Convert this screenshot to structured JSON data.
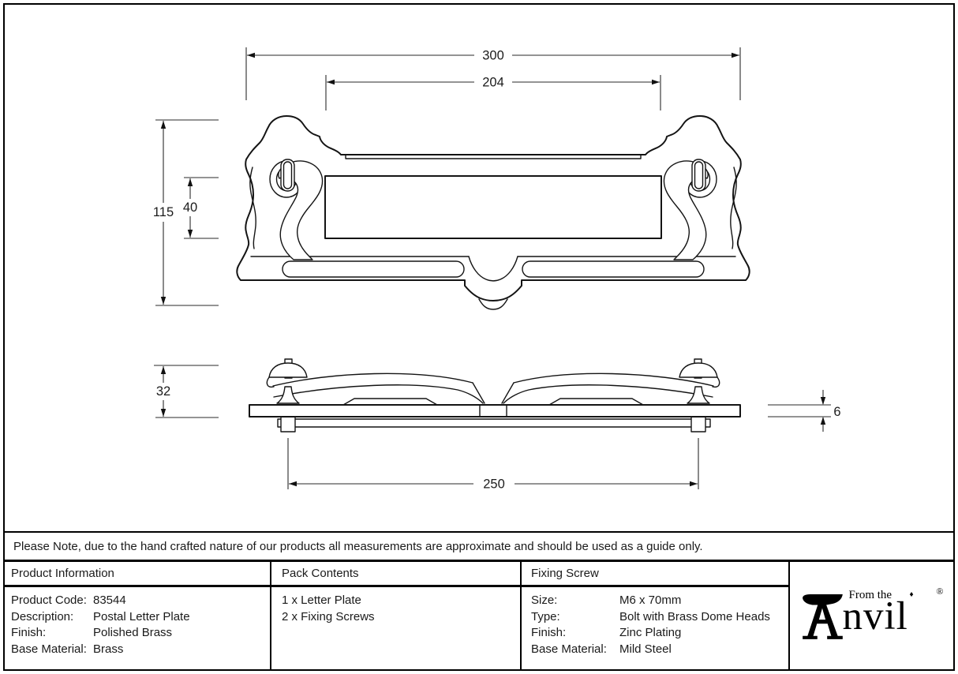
{
  "drawing": {
    "front_view": {
      "dims": {
        "overall_width": "300",
        "flap_width": "204",
        "overall_height": "115",
        "flap_height": "40"
      }
    },
    "side_view": {
      "dims": {
        "height": "32",
        "fixing_centres": "250",
        "thickness": "6"
      }
    }
  },
  "note": {
    "text": "Please Note, due to the hand crafted nature of our products all measurements are approximate and should be used as a guide only."
  },
  "table": {
    "product_information": {
      "title": "Product Information",
      "rows": [
        {
          "label": "Product Code:",
          "value": "83544"
        },
        {
          "label": "Description:",
          "value": "Postal Letter Plate"
        },
        {
          "label": "Finish:",
          "value": "Polished Brass"
        },
        {
          "label": "Base Material:",
          "value": "Brass"
        }
      ]
    },
    "pack_contents": {
      "title": "Pack Contents",
      "items": [
        "1 x Letter Plate",
        "2 x Fixing Screws"
      ]
    },
    "fixing_screw": {
      "title": "Fixing Screw",
      "rows": [
        {
          "label": "Size:",
          "value": "M6 x 70mm"
        },
        {
          "label": "Type:",
          "value": "Bolt with Brass Dome Heads"
        },
        {
          "label": "Finish:",
          "value": "Zinc Plating"
        },
        {
          "label": "Base Material:",
          "value": "Mild Steel"
        }
      ]
    }
  },
  "logo": {
    "brand": "Anvil",
    "brand_rest": "nvil",
    "tagline": "From the",
    "diamond": "♦",
    "registered": "®"
  }
}
